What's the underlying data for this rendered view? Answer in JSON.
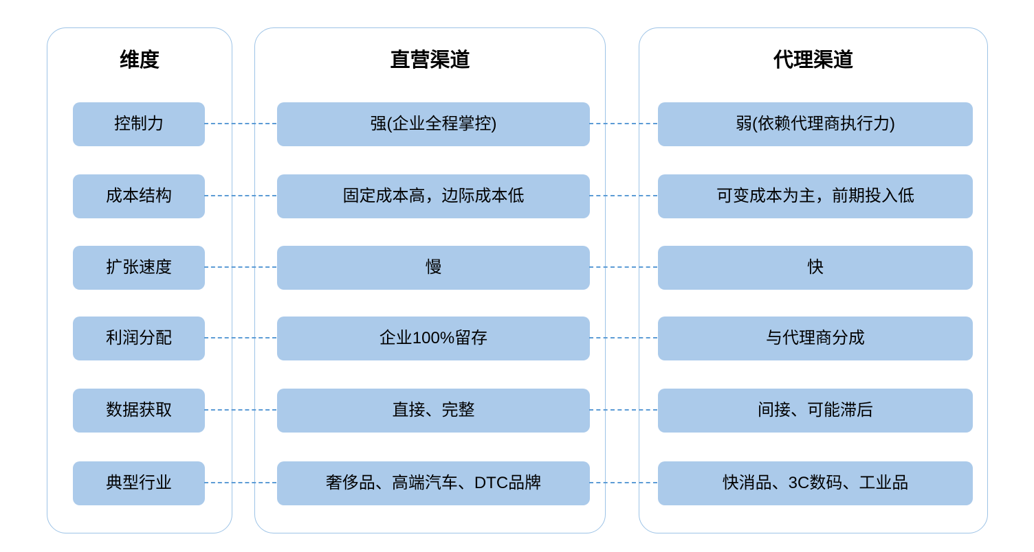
{
  "diagram": {
    "type": "comparison-table-diagram",
    "columns": [
      {
        "header": "维度",
        "items": [
          "控制力",
          "成本结构",
          "扩张速度",
          "利润分配",
          "数据获取",
          "典型行业"
        ]
      },
      {
        "header": "直营渠道",
        "items": [
          "强(企业全程掌控)",
          "固定成本高，边际成本低",
          "慢",
          "企业100%留存",
          "直接、完整",
          "奢侈品、高端汽车、DTC品牌"
        ]
      },
      {
        "header": "代理渠道",
        "items": [
          "弱(依赖代理商执行力)",
          "可变成本为主，前期投入低",
          "快",
          "与代理商分成",
          "间接、可能滞后",
          "快消品、3C数码、工业品"
        ]
      }
    ],
    "colors": {
      "box_fill": "#ABCAEA",
      "panel_border": "#9DC3E6",
      "connector": "#5B9BD5",
      "text": "#000000",
      "background": "#FFFFFF"
    }
  }
}
